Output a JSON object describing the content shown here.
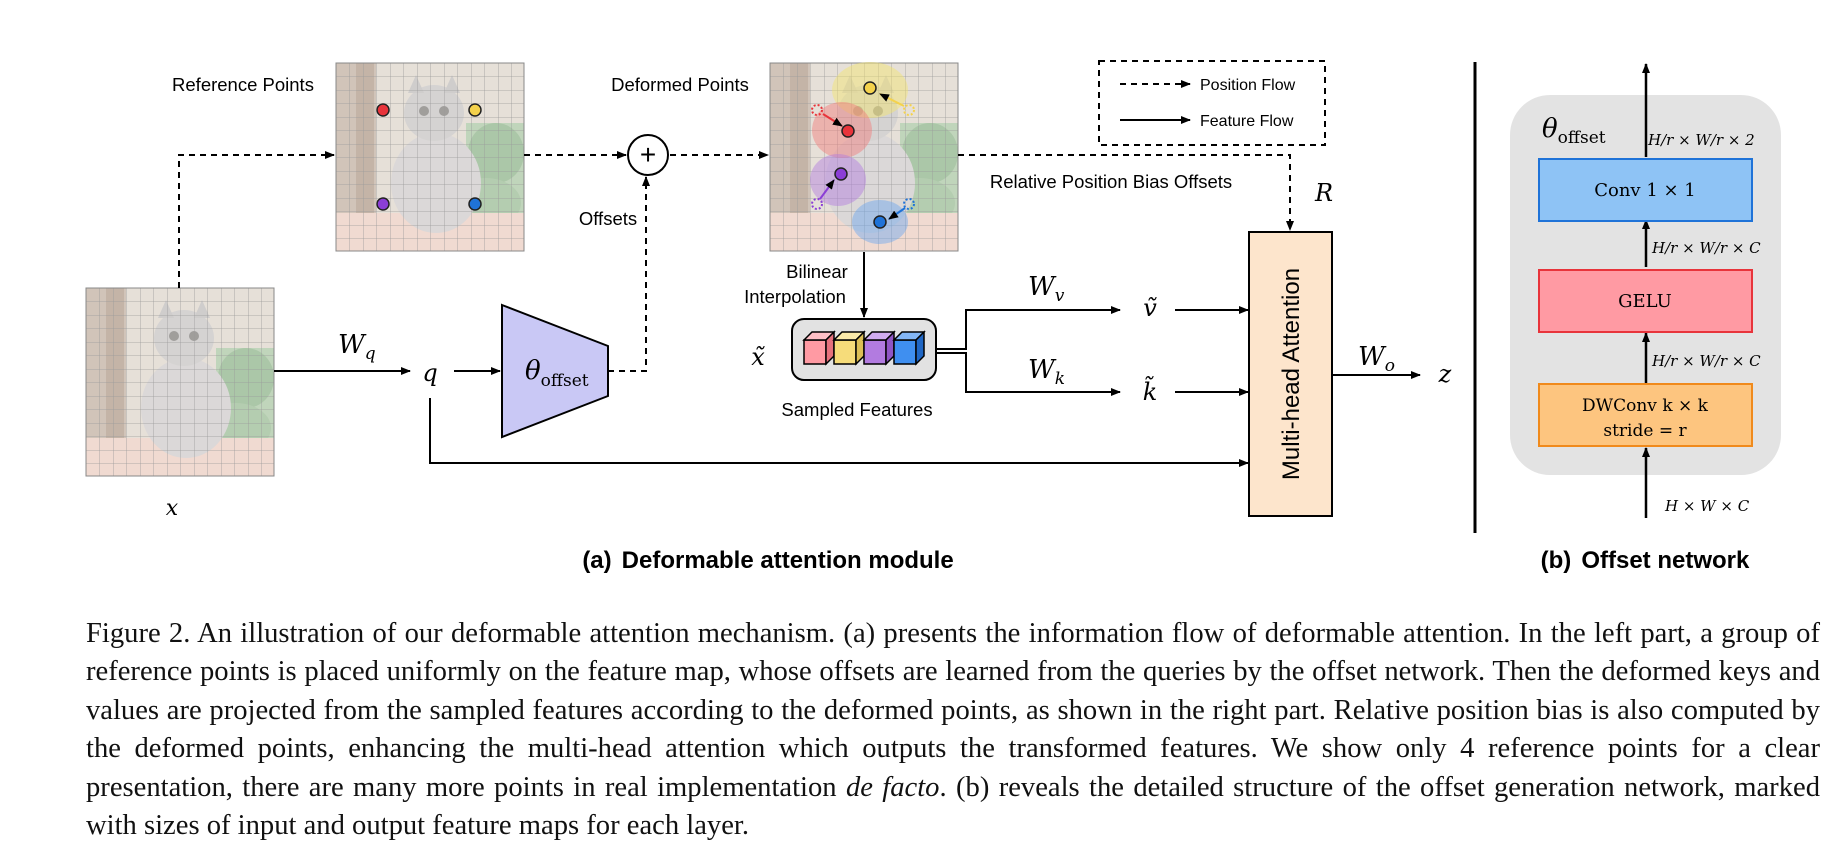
{
  "figure": {
    "labels": {
      "reference_points": "Reference Points",
      "deformed_points": "Deformed Points",
      "offsets": "Offsets",
      "relative_position_bias_offsets": "Relative Position Bias Offsets",
      "bilinear_line1": "Bilinear",
      "bilinear_line2": "Interpolation",
      "sampled_features": "Sampled Features",
      "multi_head_attention": "Multi-head Attention",
      "plus": "+"
    },
    "legend": {
      "position_flow": "Position Flow",
      "feature_flow": "Feature Flow"
    },
    "math": {
      "x": "x",
      "W_base": "W",
      "q_sub": "q",
      "q": "q",
      "theta": "θ",
      "offset_sub": "offset",
      "x_tilde": "x̃",
      "v_tilde": "ṽ",
      "k_tilde": "k̃",
      "v_sub": "v",
      "k_sub": "k",
      "o_sub": "o",
      "R": "R",
      "z": "z"
    },
    "subcaption_a_prefix": "(a)",
    "subcaption_a": "Deformable attention module",
    "subcaption_b_prefix": "(b)",
    "subcaption_b": "Offset network"
  },
  "offset_network": {
    "title_theta": "θ",
    "title_sub": "offset",
    "conv": "Conv 1 × 1",
    "gelu": "GELU",
    "dwconv_line1": "DWConv k × k",
    "dwconv_line2": "stride = r",
    "dim_out": "H/r × W/r × 2",
    "dim_mid1": "H/r × W/r × C",
    "dim_mid2": "H/r × W/r × C",
    "dim_in": "H × W × C"
  },
  "colors": {
    "theta_fill": "#c9c8f5",
    "mha_fill": "#fde5cc",
    "conv_fill": "#8ec3f5",
    "gelu_fill": "#ff9aa3",
    "dwconv_fill": "#fdc57f",
    "point_red": "#e8343b",
    "point_yellow": "#f4d24c",
    "point_purple": "#8b3ed6",
    "point_blue": "#1f73d8"
  },
  "caption": {
    "part1": "Figure 2. An illustration of our deformable attention mechanism. (a) presents the information flow of deformable attention. In the left part, a group of reference points is placed uniformly on the feature map, whose offsets are learned from the queries by the offset network. Then the deformed keys and values are projected from the sampled features according to the deformed points, as shown in the right part. Relative position bias is also computed by the deformed points, enhancing the multi-head attention which outputs the transformed features. We show only 4 reference points for a clear presentation, there are many more points in real implementation ",
    "italic": "de facto",
    "part2": ". (b) reveals the detailed structure of the offset generation network, marked with sizes of input and output feature maps for each layer."
  }
}
